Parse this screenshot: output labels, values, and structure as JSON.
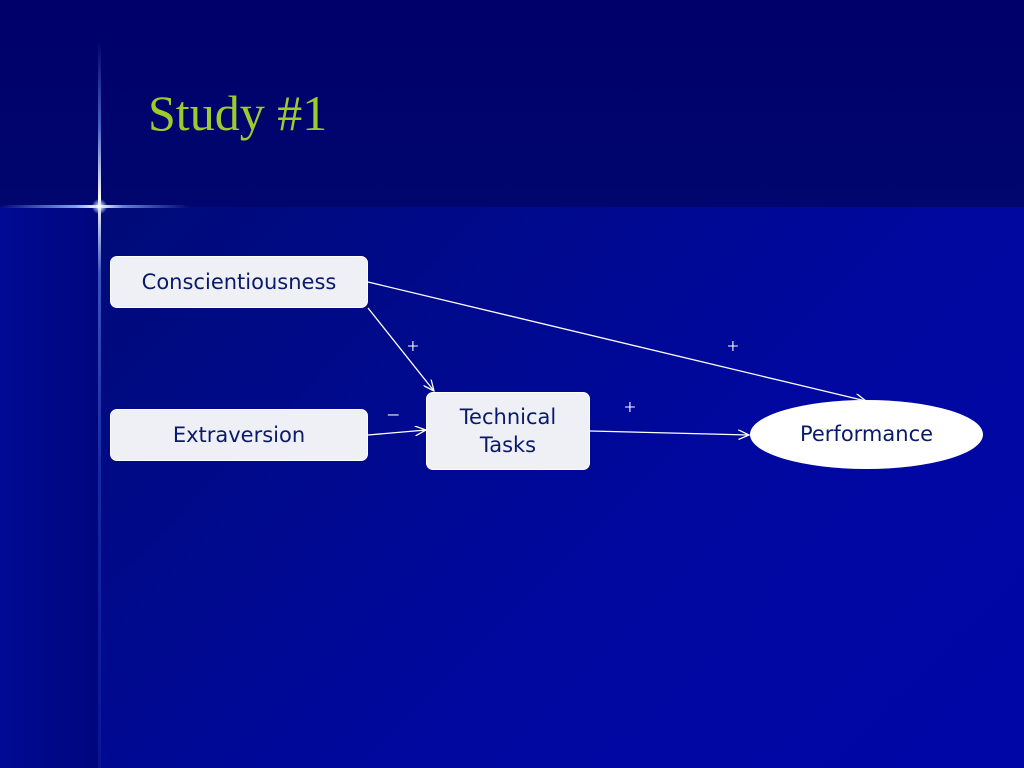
{
  "slide": {
    "title": "Study #1"
  },
  "diagram": {
    "nodes": {
      "conscientiousness": "Conscientiousness",
      "extraversion": "Extraversion",
      "technical_tasks_line1": "Technical",
      "technical_tasks_line2": "Tasks",
      "performance": "Performance"
    },
    "edge_signs": {
      "conscientiousness_to_technical": "+",
      "conscientiousness_to_performance": "+",
      "technical_to_performance": "+",
      "extraversion_to_technical": "–"
    }
  },
  "colors": {
    "title": "#9ccc2c",
    "background": "#00007a",
    "node_fill": "#eef0f6",
    "node_text": "#0a1a6a",
    "edge": "#ffffff"
  }
}
